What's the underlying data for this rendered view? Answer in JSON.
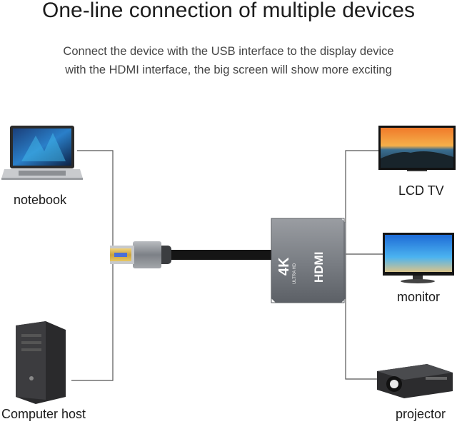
{
  "heading": "One-line connection of multiple devices",
  "description": {
    "line1": "Connect the device with the USB interface to the display device",
    "line2": "with the HDMI interface, the big screen will show more exciting"
  },
  "inputs": [
    {
      "label": "notebook",
      "icon": "laptop-icon"
    },
    {
      "label": "Computer host",
      "icon": "desktop-tower-icon"
    }
  ],
  "outputs": [
    {
      "label": "LCD TV",
      "icon": "tv-icon"
    },
    {
      "label": "monitor",
      "icon": "monitor-icon"
    },
    {
      "label": "projector",
      "icon": "projector-icon"
    }
  ],
  "adapter": {
    "icon": "usb-hdmi-adapter-icon",
    "badge": "4K",
    "badge_sub": "ULTRA HD",
    "brand": "HDMI"
  }
}
